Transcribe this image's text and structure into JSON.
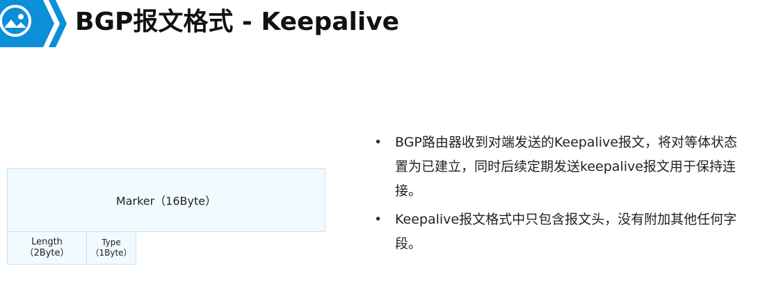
{
  "header": {
    "title": "BGP报文格式 - Keepalive",
    "icon": "image-icon",
    "accent_color": "#0a8fd8"
  },
  "packet_format": {
    "marker": {
      "text": "Marker（16Byte）"
    },
    "length": {
      "line1": "Length",
      "line2": "（2Byte）"
    },
    "type": {
      "line1": "Type",
      "line2": "（1Byte）"
    }
  },
  "bullets": [
    {
      "text": "BGP路由器收到对端发送的Keepalive报文，将对等体状态置为已建立，同时后续定期发送keepalive报文用于保持连接。"
    },
    {
      "text": "Keepalive报文格式中只包含报文头，没有附加其他任何字段。"
    }
  ]
}
